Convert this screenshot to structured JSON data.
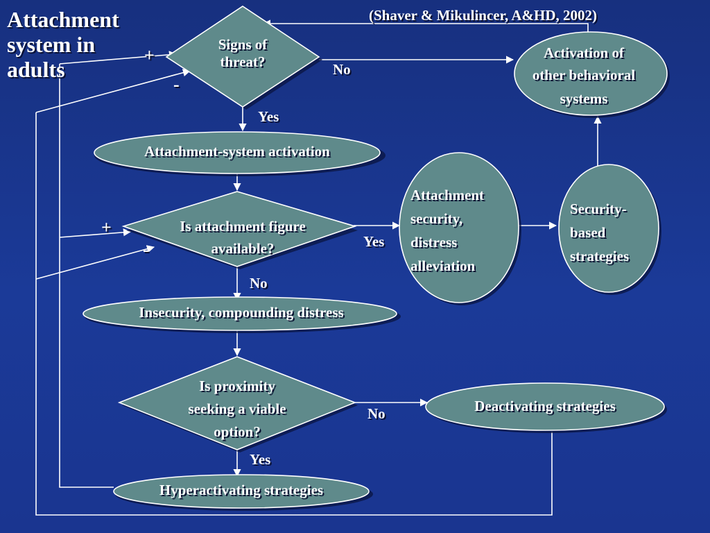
{
  "slide": {
    "title_lines": [
      "Attachment",
      "system in",
      "adults"
    ],
    "citation": "(Shaver & Mikulincer, A&HD, 2002)"
  },
  "nodes": {
    "signs_of_threat": [
      "Signs of",
      "threat?"
    ],
    "activation_other": [
      "Activation of",
      "other behavioral",
      "systems"
    ],
    "attachment_activation": "Attachment-system activation",
    "figure_available": [
      "Is attachment figure",
      "available?"
    ],
    "security_alleviation": [
      "Attachment",
      "security,",
      "distress",
      "alleviation"
    ],
    "security_strategies": [
      "Security-",
      "based",
      "strategies"
    ],
    "insecurity": "Insecurity, compounding distress",
    "proximity": [
      "Is proximity",
      "seeking a viable",
      "option?"
    ],
    "deactivating": "Deactivating strategies",
    "hyperactivating": "Hyperactivating strategies"
  },
  "edge_labels": {
    "no_threat": "No",
    "yes_threat": "Yes",
    "yes_available": "Yes",
    "no_available": "No",
    "no_proximity": "No",
    "yes_proximity": "Yes",
    "plus_top": "+",
    "minus_top": "-",
    "plus_mid": "+",
    "minus_mid": "-"
  },
  "colors": {
    "background": "#1a2f86",
    "node_fill": "#5f8a8b",
    "stroke": "#ffffff",
    "text": "#ffffff"
  }
}
